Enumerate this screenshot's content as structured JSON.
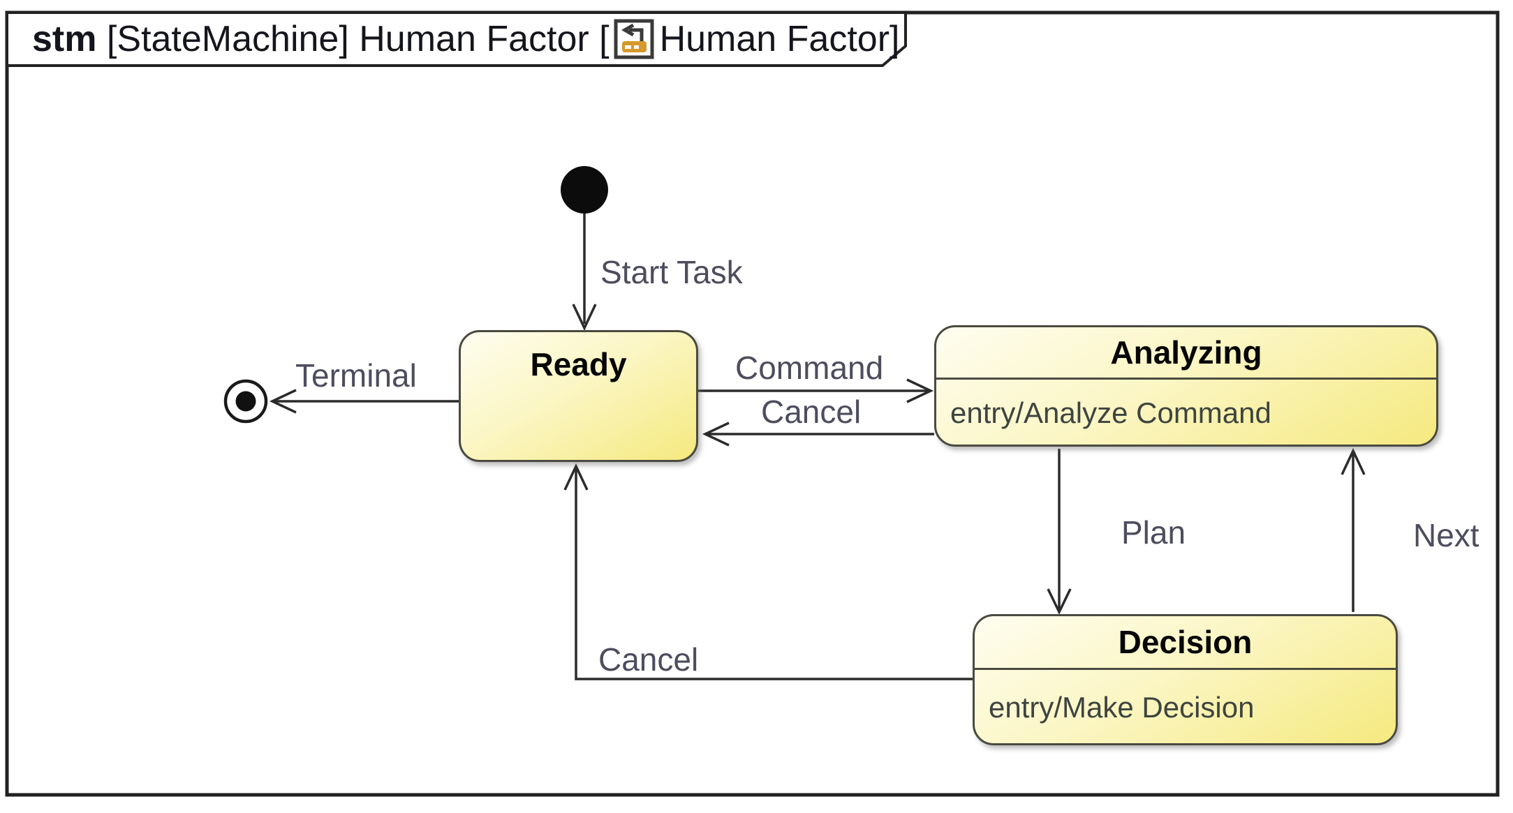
{
  "frame": {
    "keyword": "stm",
    "title_middle": " [StateMachine] Human Factor [",
    "title_end": "Human Factor]",
    "diagram_icon": "state-machine-diagram-icon"
  },
  "states": {
    "ready": {
      "title": "Ready"
    },
    "analyzing": {
      "title": "Analyzing",
      "entry": "entry/Analyze Command"
    },
    "decision": {
      "title": "Decision",
      "entry": "entry/Make Decision"
    }
  },
  "nodes": {
    "initial": {
      "icon": "initial-state-icon",
      "kind": "initial pseudostate"
    },
    "final": {
      "icon": "final-state-icon",
      "kind": "final state"
    }
  },
  "transitions": {
    "start": {
      "label": "Start Task",
      "from": "initial",
      "to": "Ready"
    },
    "terminal": {
      "label": "Terminal",
      "from": "Ready",
      "to": "final"
    },
    "command": {
      "label": "Command",
      "from": "Ready",
      "to": "Analyzing"
    },
    "cancel_analyzing": {
      "label": "Cancel",
      "from": "Analyzing",
      "to": "Ready"
    },
    "plan": {
      "label": "Plan",
      "from": "Analyzing",
      "to": "Decision"
    },
    "next": {
      "label": "Next",
      "from": "Decision",
      "to": "Analyzing"
    },
    "cancel_decision": {
      "label": "Cancel",
      "from": "Decision",
      "to": "Ready"
    }
  },
  "colors": {
    "state_fill_light": "#fefdf0",
    "state_fill_dark": "#f5e97f",
    "state_border": "#4a4a40",
    "frame_border": "#222222",
    "line": "#2b2b2b",
    "label_text": "#4d4d5e",
    "entry_text": "#3d4440",
    "icon_orange": "#d6992b"
  }
}
